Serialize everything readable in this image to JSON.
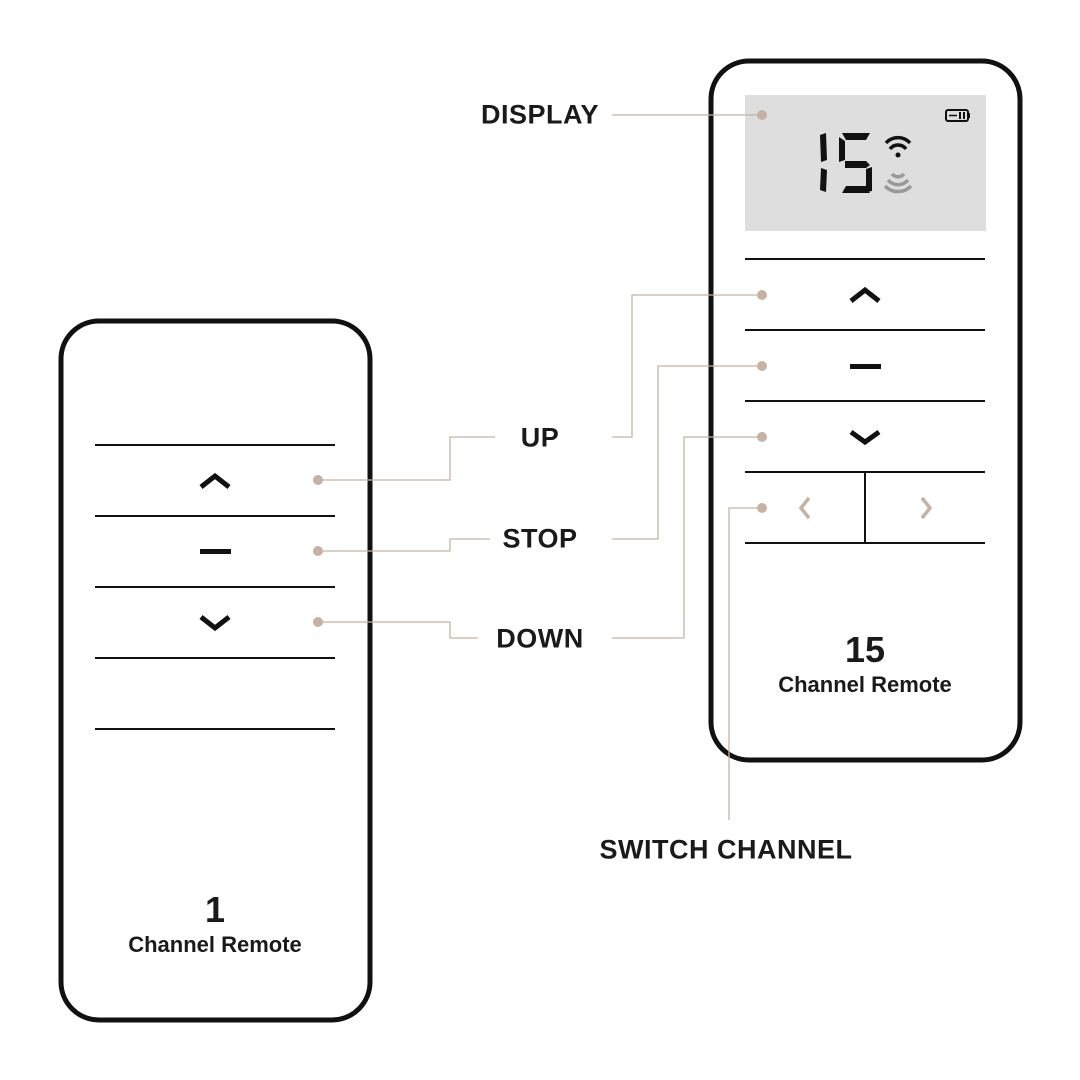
{
  "labels": {
    "display": "DISPLAY",
    "up": "UP",
    "stop": "STOP",
    "down": "DOWN",
    "switch_channel": "SWITCH CHANNEL"
  },
  "left_remote": {
    "channels": "1",
    "caption": "Channel Remote"
  },
  "right_remote": {
    "channels": "15",
    "caption": "Channel Remote",
    "display_value": "15"
  },
  "colors": {
    "accent": "#c6b2a4",
    "outline": "#111111",
    "display_bg": "#dedede"
  }
}
